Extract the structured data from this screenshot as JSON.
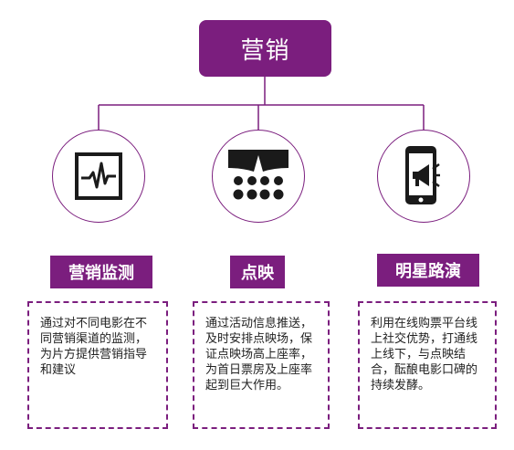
{
  "title": "营销",
  "items": [
    {
      "label": "营销监测",
      "icon": "pulse-monitor-icon",
      "text": "通过对不同电影在不同营销渠道的监测，为片方提供营销指导和建议"
    },
    {
      "label": "点映",
      "icon": "screening-audience-icon",
      "text": "通过活动信息推送，及时安排点映场，保证点映场高上座率，为首日票房及上座率起到巨大作用。"
    },
    {
      "label": "明星路演",
      "icon": "phone-megaphone-icon",
      "text": "利用在线购票平台线上社交优势，打通线上线下，与点映结合，酝酿电影口碑的持续发酵。"
    }
  ],
  "colors": {
    "accent": "#7b1e7e",
    "icon_dark": "#1a1a1a"
  }
}
